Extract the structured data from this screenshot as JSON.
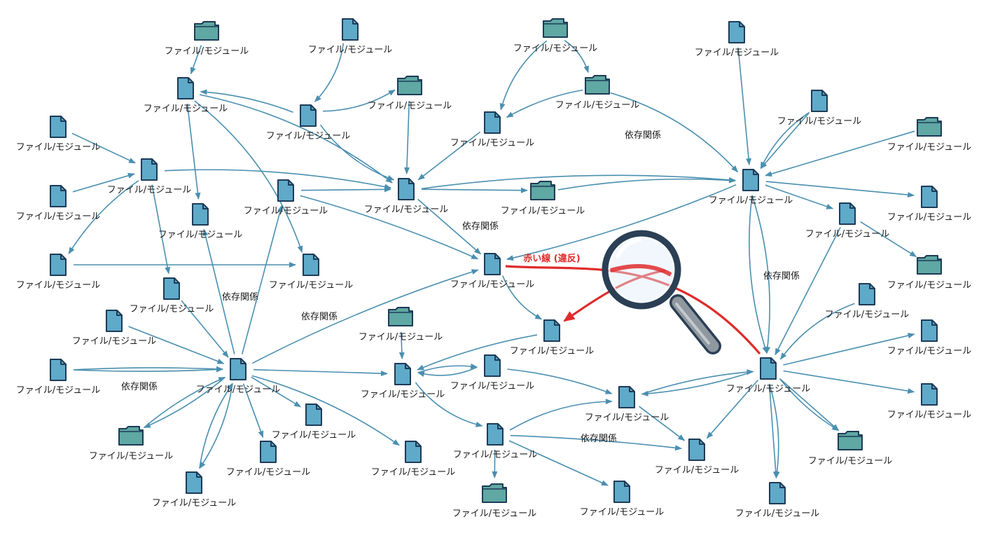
{
  "diagram": {
    "node_label": "ファイル/モジュール",
    "edge_label": "依存関係",
    "violation_label": "赤い線 (違反)",
    "colors": {
      "edge": "#4a8fb0",
      "icon_fill": "#5fa9c9",
      "folder_fill": "#5fa8a3",
      "icon_stroke": "#1d3b57",
      "violation": "#e02b2b",
      "lens_ring": "#2b3f55",
      "handle": "#8f989f"
    },
    "icons": [
      "file-icon",
      "folder-icon",
      "magnifier-icon"
    ]
  }
}
